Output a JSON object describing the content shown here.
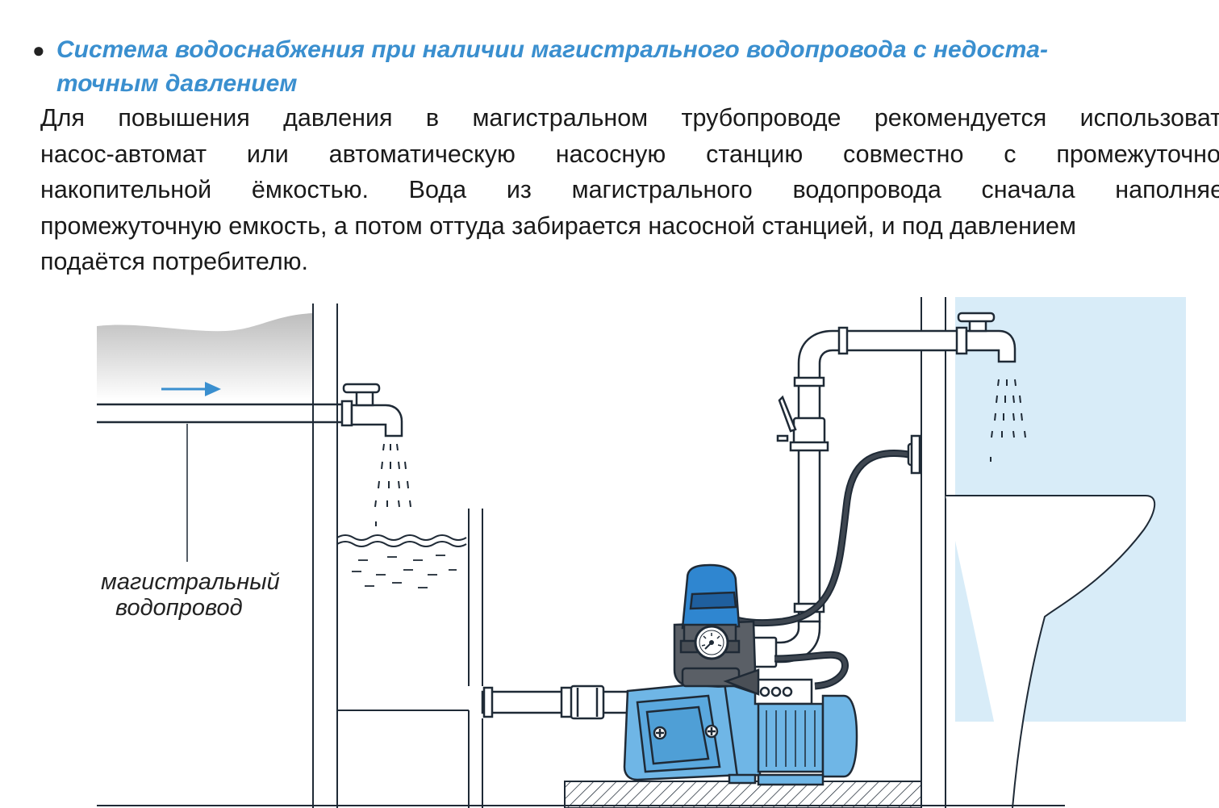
{
  "heading": {
    "bullet": "●",
    "line1": "Система водоснабжения при наличии магистрального водопровода с недоста-",
    "line2": "точным давлением"
  },
  "paragraph": {
    "lines": [
      "Для повышения давления в магистральном трубопроводе рекомендуется использовать",
      "насос-автомат или автоматическую насосную станцию совместно с промежуточной",
      "накопительной ёмкостью. Вода из магистрального водопровода сначала наполняет",
      "промежуточную емкость, а потом оттуда забирается насосной станцией, и под давлением",
      "подаётся потребителю."
    ]
  },
  "diagram": {
    "label_line1": "магистральный",
    "label_line2": "водопровод",
    "colors": {
      "outline": "#1f2a36",
      "pump_blue": "#6fb6e6",
      "pump_dark_blue": "#2f86d0",
      "control_grey": "#5a5f66",
      "sky": "#d8ecf8",
      "ground_grey": "#cfcfcf",
      "flow_arrow": "#3a8fcf"
    },
    "icons": [
      "flow-arrow-icon",
      "tap-icon",
      "water-spray-icon",
      "ball-valve-icon",
      "pressure-gauge-icon",
      "pump-icon",
      "electric-motor-icon"
    ]
  }
}
